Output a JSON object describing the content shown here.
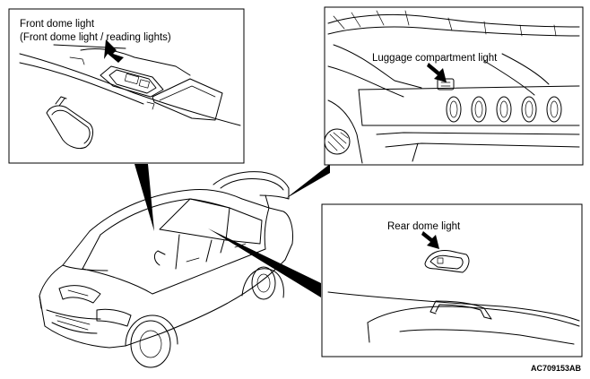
{
  "labels": {
    "front_dome_line1": "Front dome light",
    "front_dome_line2": "(Front dome light / reading lights)",
    "luggage": "Luggage compartment light",
    "rear_dome": "Rear dome light"
  },
  "figure_code": "AC709153AB"
}
